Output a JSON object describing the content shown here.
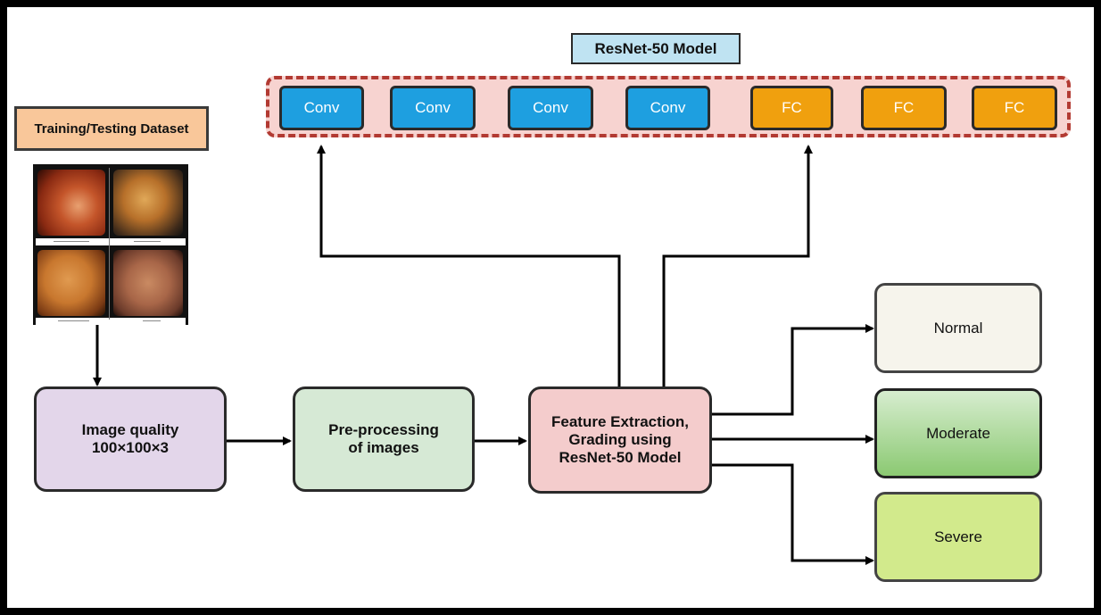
{
  "model_title": "ResNet-50 Model",
  "dataset_label": "Training/Testing Dataset",
  "conv_blocks": [
    "Conv",
    "Conv",
    "Conv",
    "Conv"
  ],
  "fc_blocks": [
    "FC",
    "FC",
    "FC"
  ],
  "image_quality": "Image quality\n100×100×3",
  "preprocessing": "Pre-processing\nof images",
  "feature_extraction": "Feature Extraction,\nGrading using\nResNet-50 Model",
  "outputs": [
    "Normal",
    "Moderate",
    "Severe"
  ],
  "colors": {
    "conv": "#1e9fe0",
    "fc": "#f0a00e",
    "model_region": "#f7d3d0",
    "model_region_border": "#b23a32",
    "title_box": "#bfe3f2",
    "dataset_box": "#f9c79a",
    "image_quality": "#e3d6ea",
    "preprocessing": "#d6e9d5",
    "feature_extraction": "#f4cccc",
    "normal": "#f6f4ec",
    "moderate_top": "#d7edcf",
    "moderate_bottom": "#8bc972",
    "severe": "#d2ea8c"
  }
}
